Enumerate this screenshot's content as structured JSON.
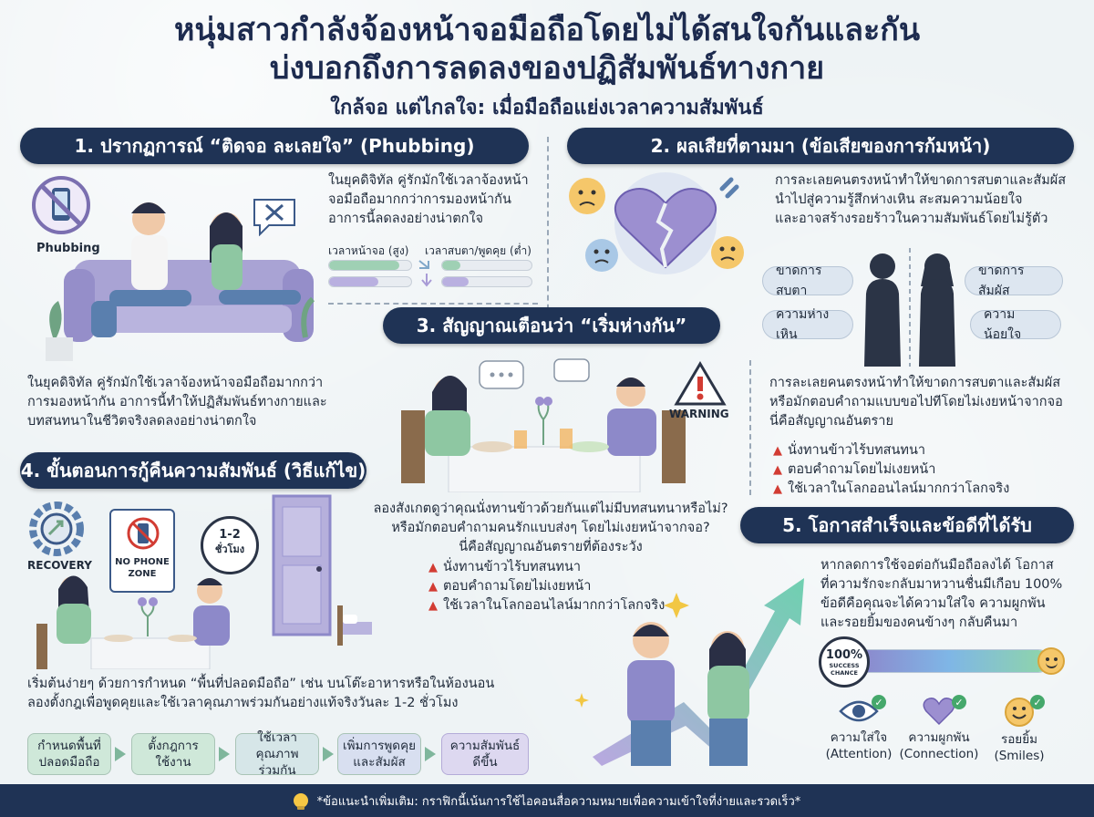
{
  "header": {
    "title_line1": "หนุ่มสาวกำลังจ้องหน้าจอมือถือโดยไม่ได้สนใจกันและกัน",
    "title_line2": "บ่งบอกถึงการลดลงของปฏิสัมพันธ์ทางกาย",
    "subtitle": "ใกล้จอ แต่ไกลใจ: เมื่อมือถือแย่งเวลาความสัมพันธ์"
  },
  "section1": {
    "heading": "1. ปรากฏการณ์ “ติดจอ ละเลยใจ” (Phubbing)",
    "icon_label": "Phubbing",
    "intro": [
      "ในยุคดิจิทัล คู่รักมักใช้เวลาจ้องหน้า",
      "จอมือถือมากกว่าการมองหน้ากัน",
      "อาการนี้ลดลงอย่างน่าตกใจ"
    ],
    "bar1_label": "เวลาหน้าจอ (สูง)",
    "bar2_label": "เวลาสบตา/พูดคุย (ต่ำ)",
    "bar1_level": 0.85,
    "bar2_level": 0.2,
    "body": [
      "ในยุคดิจิทัล คู่รักมักใช้เวลาจ้องหน้าจอมือถือมากกว่า",
      "การมองหน้ากัน อาการนี้ทำให้ปฏิสัมพันธ์ทางกายและ",
      "บทสนทนาในชีวิตจริงลดลงอย่างน่าตกใจ"
    ]
  },
  "section2": {
    "heading": "2. ผลเสียที่ตามมา (ข้อเสียของการก้มหน้า)",
    "body": [
      "การละเลยคนตรงหน้าทำให้ขาดการสบตาและสัมผัส",
      "นำไปสู่ความรู้สึกห่างเหิน สะสมความน้อยใจ",
      "และอาจสร้างรอยร้าวในความสัมพันธ์โดยไม่รู้ตัว"
    ],
    "tags": [
      "ขาดการสบตา",
      "ขาดการสัมผัส",
      "ความห่างเหิน",
      "ความน้อยใจ"
    ]
  },
  "section3": {
    "heading": "3. สัญญาณเตือนว่า “เริ่มห่างกัน”",
    "warning_label": "WARNING",
    "right_text": [
      "การละเลยคนตรงหน้าทำให้ขาดการสบตาและสัมผัส",
      "หรือมักตอบคำถามแบบขอไปทีโดยไม่เงยหน้าจากจอ",
      "นี่คือสัญญาณอันตราย"
    ],
    "right_list": [
      "นั่งทานข้าวไร้บทสนทนา",
      "ตอบคำถามโดยไม่เงยหน้า",
      "ใช้เวลาในโลกออนไลน์มากกว่าโลกจริง"
    ],
    "center_text": [
      "ลองสังเกตดูว่าคุณนั่งทานข้าวด้วยกันแต่ไม่มีบทสนทนาหรือไม่?",
      "หรือมักตอบคำถามคนรักแบบส่งๆ โดยไม่เงยหน้าจากจอ?",
      "นี่คือสัญญาณอันตรายที่ต้องระวัง"
    ],
    "center_list": [
      "นั่งทานข้าวไร้บทสนทนา",
      "ตอบคำถามโดยไม่เงยหน้า",
      "ใช้เวลาในโลกออนไลน์มากกว่าโลกจริง"
    ]
  },
  "section4": {
    "heading": "4. ขั้นตอนการกู้คืนความสัมพันธ์ (วิธีแก้ไข)",
    "recovery_label": "RECOVERY",
    "nophone_label1": "NO PHONE",
    "nophone_label2": "ZONE",
    "clock_label1": "1-2",
    "clock_label2": "ชั่วโมง",
    "body": [
      "เริ่มต้นง่ายๆ ด้วยการกำหนด “พื้นที่ปลอดมือถือ” เช่น บนโต๊ะอาหารหรือในห้องนอน",
      "ลองตั้งกฎเพื่อพูดคุยและใช้เวลาคุณภาพร่วมกันอย่างแท้จริงวันละ 1-2 ชั่วโมง"
    ],
    "steps": [
      "กำหนดพื้นที่\nปลอดมือถือ",
      "ตั้งกฎการ\nใช้งาน",
      "ใช้เวลาคุณภาพ\nร่วมกัน",
      "เพิ่มการพูดคุย\nและสัมผัส",
      "ความสัมพันธ์\nดีขึ้น"
    ]
  },
  "section5": {
    "heading": "5. โอกาสสำเร็จและข้อดีที่ได้รับ",
    "body": [
      "หากลดการใช้จอต่อกันมือถือลงได้ โอกาส",
      "ที่ความรักจะกลับมาหวานชื่นมีเกือบ 100%",
      "ข้อดีคือคุณจะได้ความใส่ใจ ความผูกพัน",
      "และรอยยิ้มของคนข้างๆ กลับคืนมา"
    ],
    "chance_value": "100%",
    "chance_label1": "SUCCESS",
    "chance_label2": "CHANCE",
    "chance_level": 1.0,
    "benefits": [
      {
        "th": "ความใส่ใจ",
        "en": "(Attention)",
        "icon": "eye-icon"
      },
      {
        "th": "ความผูกพัน",
        "en": "(Connection)",
        "icon": "heart-icon"
      },
      {
        "th": "รอยยิ้ม",
        "en": "(Smiles)",
        "icon": "smile-icon"
      }
    ]
  },
  "footer": {
    "note": "*ข้อแนะนำเพิ่มเติม: กราฟิกนี้เน้นการใช้ไอคอนสื่อความหมายเพื่อความเข้าใจที่ง่ายและรวดเร็ว*"
  },
  "colors": {
    "navy": "#1f3355",
    "accent_green": "#7fb69c",
    "accent_purple": "#a89bd6",
    "warning_red": "#d23c33"
  }
}
